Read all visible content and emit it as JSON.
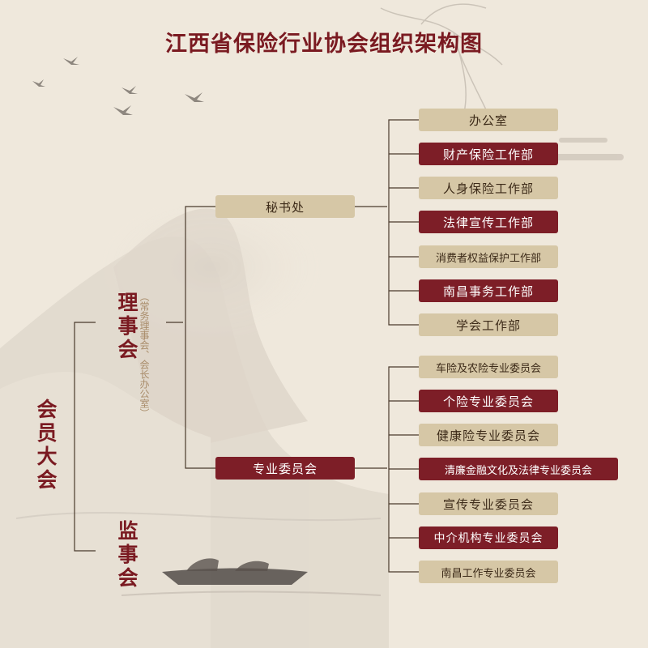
{
  "title": "江西省保险行业协会组织架构图",
  "root": "会员大会",
  "council": "理事会",
  "council_note": "（常务理事会、会长办公室）",
  "supervisory": "监事会",
  "secretariat": "秘书处",
  "committees": "专业委员会",
  "secretariat_departments": [
    "办公室",
    "财产保险工作部",
    "人身保险工作部",
    "法律宣传工作部",
    "消费者权益保护工作部",
    "南昌事务工作部",
    "学会工作部"
  ],
  "professional_committees": [
    "车险及农险专业委员会",
    "个险专业委员会",
    "健康险专业委员会",
    "清廉金融文化及法律专业委员会",
    "宣传专业委员会",
    "中介机构专业委员会",
    "南昌工作专业委员会"
  ],
  "colors": {
    "accent": "#7a1a21",
    "tan_box": "#d6c7a6",
    "red_box": "#7d1e27",
    "background": "#efe8dc"
  }
}
